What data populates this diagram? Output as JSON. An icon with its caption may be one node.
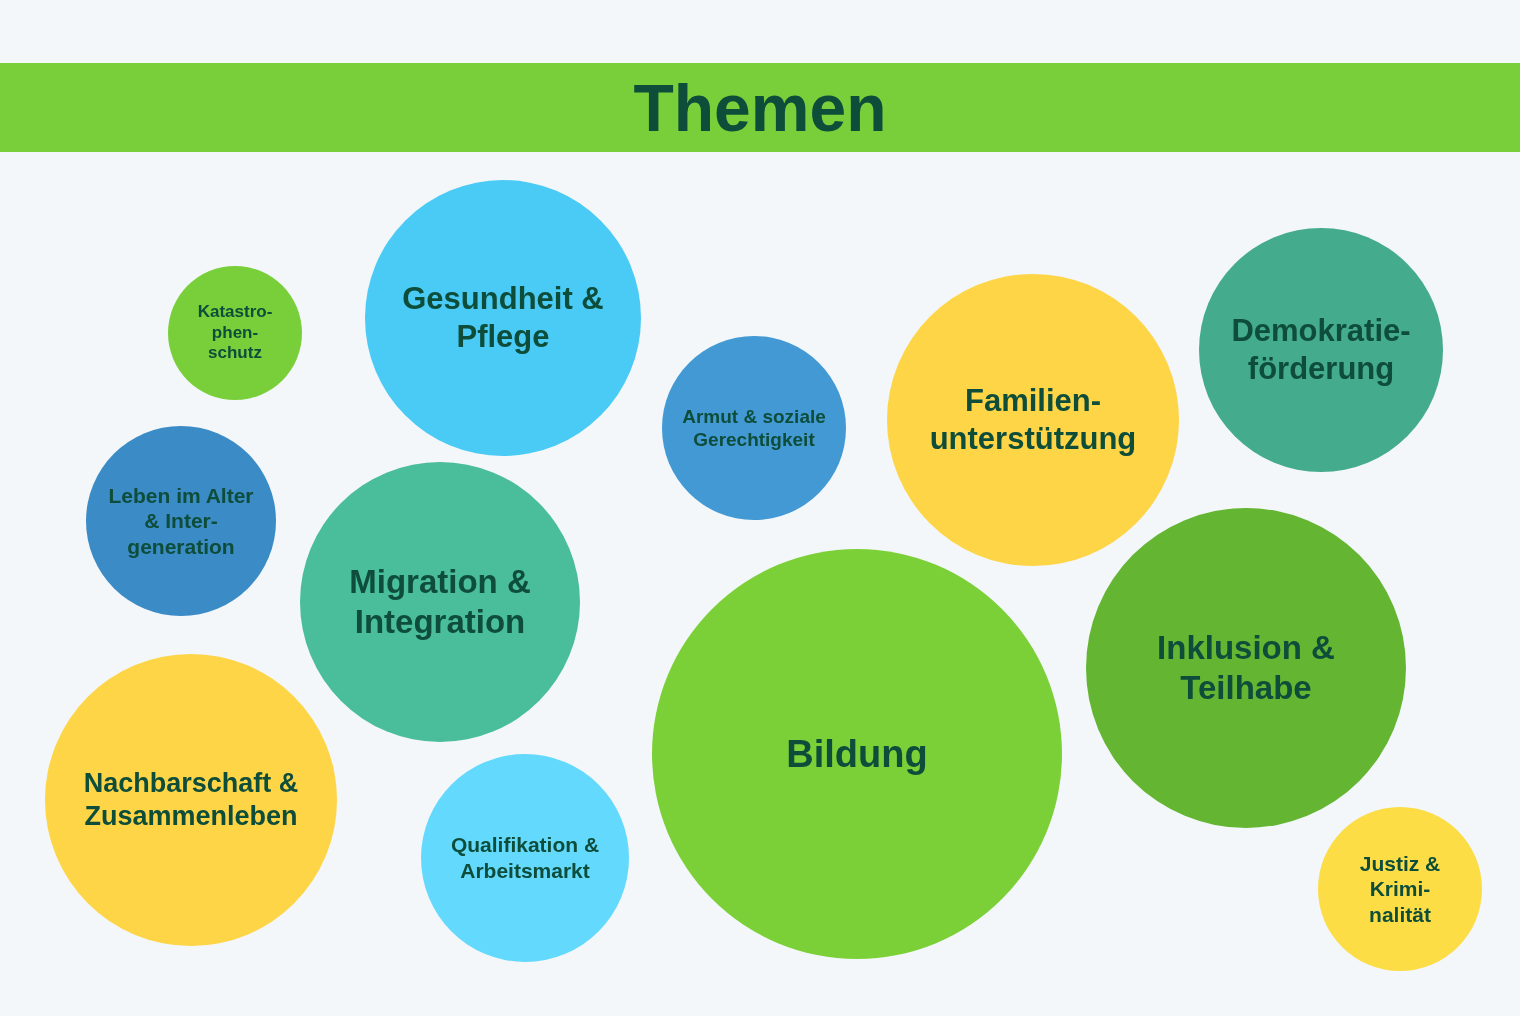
{
  "diagram": {
    "title": "Themen",
    "nodes": [
      {
        "text": [
          "Katastro-phen-schutz"
        ]
      },
      {
        "text": [
          "Gesundheit & Pflege"
        ]
      },
      {
        "text": [
          "Armut & soziale Gerechtigkeit"
        ]
      },
      {
        "text": [
          "Familien-unterstützung"
        ]
      },
      {
        "text": [
          "Demokratie-förderung"
        ]
      },
      {
        "text": [
          "Leben im Alter & Inter-generation"
        ]
      },
      {
        "text": [
          "Migration & Integration"
        ]
      },
      {
        "text": [
          "Inklusion & Teilhabe"
        ]
      },
      {
        "text": [
          "Nachbarschaft & Zusammenleben"
        ]
      },
      {
        "text": [
          "Qualifikation & Arbeitsmarkt"
        ]
      },
      {
        "text": [
          "Bildung"
        ]
      },
      {
        "text": [
          "Justiz & Krimi-nalität"
        ]
      }
    ]
  }
}
